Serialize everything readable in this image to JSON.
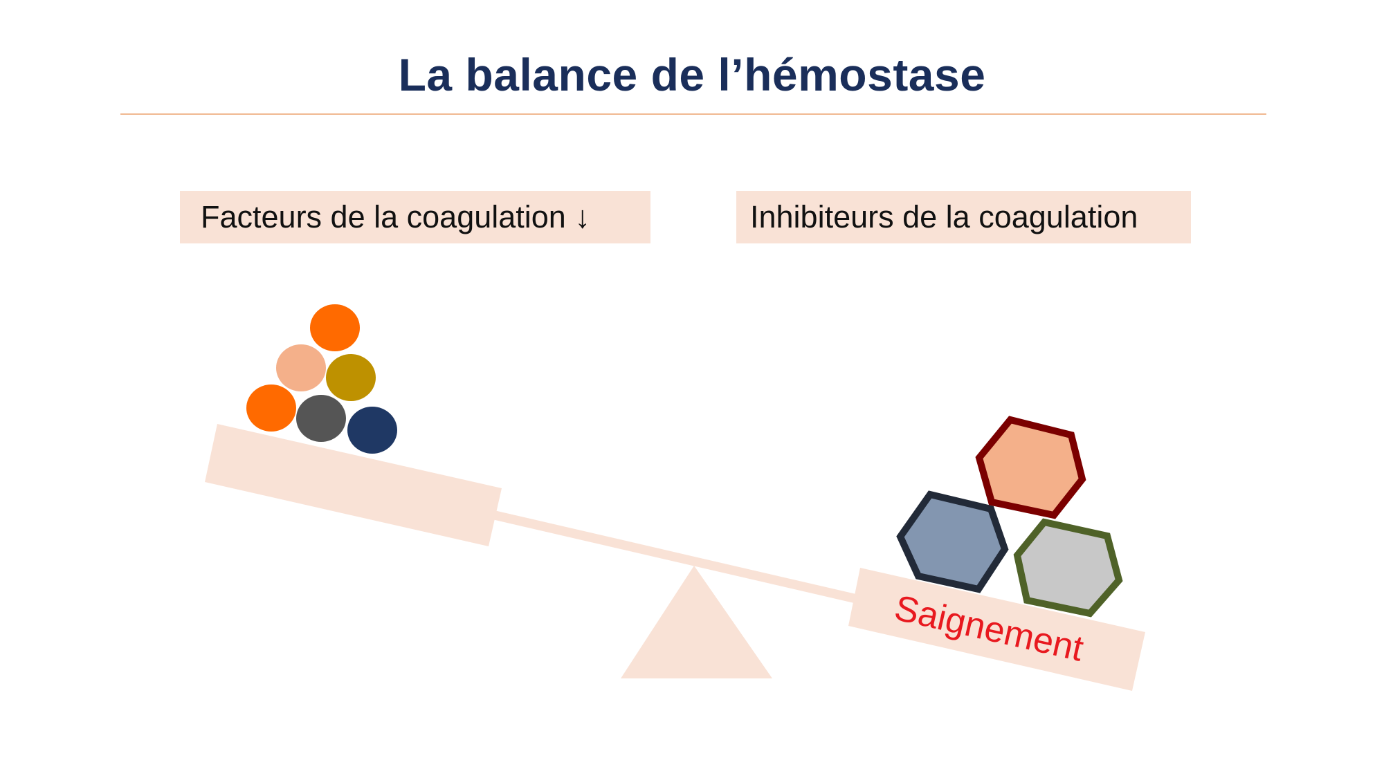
{
  "title": "La balance de l’hémostase",
  "labels": {
    "left": "Facteurs de la coagulation ↓",
    "right": "Inhibiteurs de la coagulation"
  },
  "tray_right_text": "Saignement",
  "colors": {
    "title": "#1a2e5a",
    "rule": "#f0b890",
    "box_fill": "#f9e2d6",
    "bleeding_text": "#e8191f",
    "balls": [
      "#ff6a00",
      "#f4b08a",
      "#be9100",
      "#ff6a00",
      "#555555",
      "#1f3864"
    ],
    "hexagons": [
      {
        "fill": "#8396b0",
        "stroke": "#222a38"
      },
      {
        "fill": "#f4b08a",
        "stroke": "#7b0000"
      },
      {
        "fill": "#c8c8c8",
        "stroke": "#4f6228"
      }
    ]
  }
}
